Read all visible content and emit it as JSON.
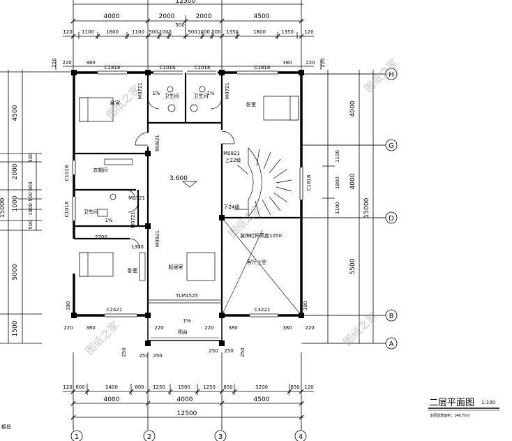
{
  "dims": {
    "top_total": "12500",
    "top_row1": [
      "4000",
      "2000",
      "2000",
      "4500"
    ],
    "top_mid": "500",
    "top_row2": [
      "120",
      "1100",
      "1800",
      "1100",
      "500",
      "1000",
      "500",
      "1000",
      "500",
      "1350",
      "1800",
      "1350",
      "120"
    ],
    "top_ext": [
      "220",
      "220",
      "380",
      "380",
      "220",
      "220"
    ],
    "bottom_row1": [
      "120",
      "800",
      "2400",
      "800",
      "1250",
      "1500",
      "1250",
      "650",
      "3200",
      "650",
      "120"
    ],
    "bottom_row2": [
      "4000",
      "4000",
      "4500"
    ],
    "bottom_total": "12500",
    "left_col": [
      "4500",
      "2000",
      "500",
      "1000",
      "500",
      "5000",
      "1500"
    ],
    "left_total": "15000",
    "left_small": [
      "500",
      "1000",
      "500"
    ],
    "right_col1": [
      "4000",
      "1100",
      "1800",
      "1100",
      "5500"
    ],
    "right_col2": [
      "4000",
      "4000",
      "15000"
    ],
    "dim_2700": "2700",
    "dim_1300": "1300",
    "misc_380": "380",
    "misc_220": "220",
    "misc_250": "250"
  },
  "windows": {
    "c1818_a": "C1818",
    "c1018_a": "C1018",
    "c1018_b": "C1018",
    "c1818_b": "C1818",
    "c1018_left1": "C1018",
    "c1018_left2": "C1018",
    "c1818_right": "C1818",
    "c2421": "C2421",
    "c3221": "C3221",
    "tlm": "TLM1525"
  },
  "doors": {
    "m0721_a": "M0721",
    "m0721_b": "M0721",
    "m0921_a": "M0921",
    "m0921_b": "M0921",
    "m0921_c": "M0921",
    "m0721_c": "M0721",
    "m0721_d": "M0721"
  },
  "rooms": {
    "bedroom_nw": "卧室",
    "bath_1": "卫生间",
    "bath_2": "卫生间",
    "bedroom_ne": "卧室",
    "closet": "衣帽间",
    "bath_w": "卫生间",
    "bedroom_sw": "卧室",
    "living": "起居室",
    "hall_void": "客厅上空",
    "balcony": "阳台",
    "level": "3.600",
    "stair_up": "上22级",
    "stair_down": "下24级",
    "railing": "装饰栏杆高度1050",
    "slope": "1%"
  },
  "axes": {
    "h": "H",
    "g": "G",
    "d": "D",
    "b": "B",
    "a": "A",
    "n1": "1",
    "n2": "2",
    "n3": "3",
    "n4": "4"
  },
  "title_block": {
    "title": "二层平面图",
    "scale": "1:100",
    "area": "本层建筑面积：146.70㎡"
  },
  "watermark": "图纸之家",
  "left_note": "板低"
}
